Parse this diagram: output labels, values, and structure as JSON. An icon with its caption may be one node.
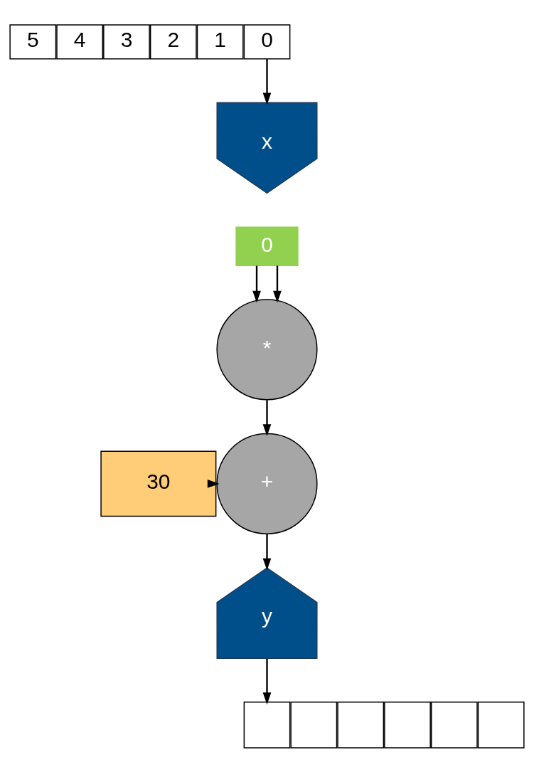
{
  "diagram": {
    "nodes": [
      {
        "text": [
          "5"
        ]
      },
      {
        "text": [
          "4"
        ]
      },
      {
        "text": [
          "3"
        ]
      },
      {
        "text": [
          "2"
        ]
      },
      {
        "text": [
          "1"
        ]
      },
      {
        "text": [
          "0"
        ]
      },
      {
        "text": [
          "x"
        ]
      },
      {
        "text": [
          "0"
        ]
      },
      {
        "text": [
          "*"
        ]
      },
      {
        "text": [
          "30"
        ]
      },
      {
        "text": [
          "+"
        ]
      },
      {
        "text": [
          "y"
        ]
      },
      {
        "text": [],
        "shape": "box"
      },
      {
        "text": [],
        "shape": "box"
      },
      {
        "text": [],
        "shape": "box"
      },
      {
        "text": [],
        "shape": "box"
      },
      {
        "text": [],
        "shape": "box"
      },
      {
        "text": [],
        "shape": "box"
      }
    ],
    "edges": [
      {
        "from": 5,
        "to": 6,
        "arrow": "to"
      },
      {
        "from": 7,
        "to": 8,
        "arrow": "to"
      },
      {
        "from": 7,
        "to": 8,
        "arrow": "to"
      },
      {
        "from": 8,
        "to": 10,
        "arrow": "to"
      },
      {
        "from": 9,
        "to": 10,
        "arrow": "to"
      },
      {
        "from": 10,
        "to": 11,
        "arrow": "to"
      },
      {
        "from": 11,
        "to": 12,
        "arrow": "to"
      }
    ]
  }
}
